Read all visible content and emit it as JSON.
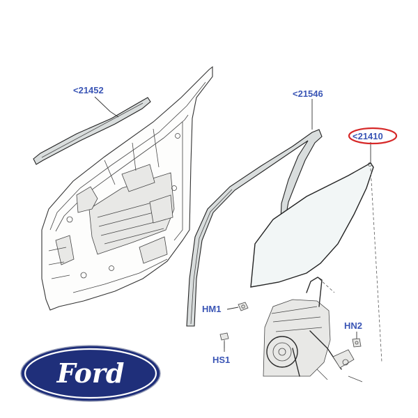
{
  "callouts": {
    "belt_moulding": "<21452",
    "glass_run": "<21546",
    "door_glass": "<21410",
    "hm1": "HM1",
    "hs1": "HS1",
    "hn2": "HN2"
  },
  "highlight": {
    "target": "<21410",
    "color": "#d62828"
  },
  "logo": {
    "text": "Ford",
    "fill_color": "#1f2f7a",
    "ring_color": "#ffffff"
  },
  "colors": {
    "callout_text": "#3a55b5",
    "line": "#2b2b2b"
  }
}
